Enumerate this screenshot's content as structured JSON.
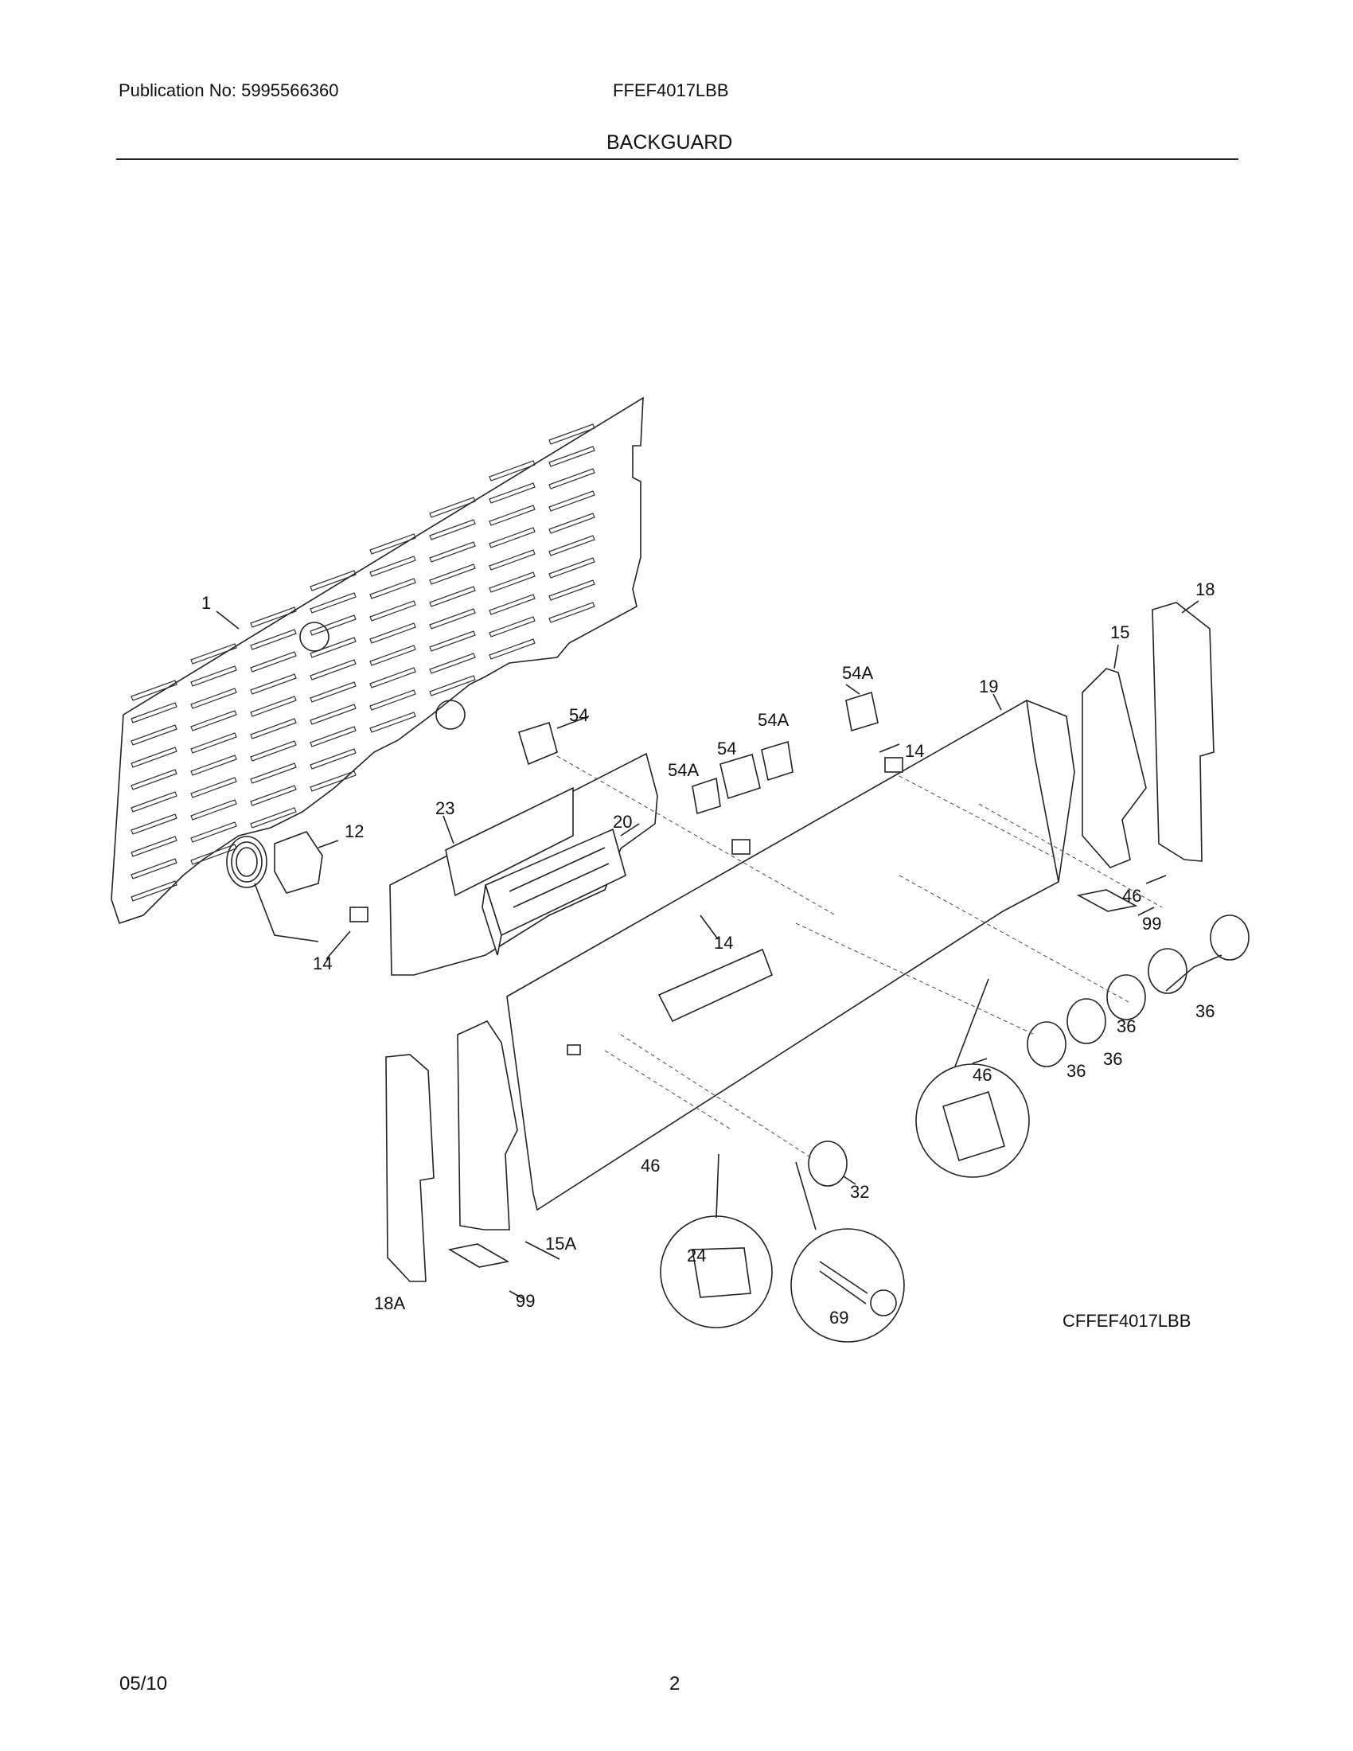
{
  "header": {
    "publication": "Publication No: 5995566360",
    "model": "FFEF4017LBB",
    "section_title": "BACKGUARD"
  },
  "diagram": {
    "drawing_code": "CFFEF4017LBB",
    "callouts": [
      "1",
      "12",
      "14",
      "14",
      "14",
      "15",
      "15A",
      "18",
      "18A",
      "19",
      "20",
      "23",
      "24",
      "32",
      "36",
      "36",
      "36",
      "36",
      "46",
      "46",
      "46",
      "54",
      "54",
      "54A",
      "54A",
      "54A",
      "69",
      "99",
      "99"
    ]
  },
  "footer": {
    "date": "05/10",
    "page": "2"
  }
}
